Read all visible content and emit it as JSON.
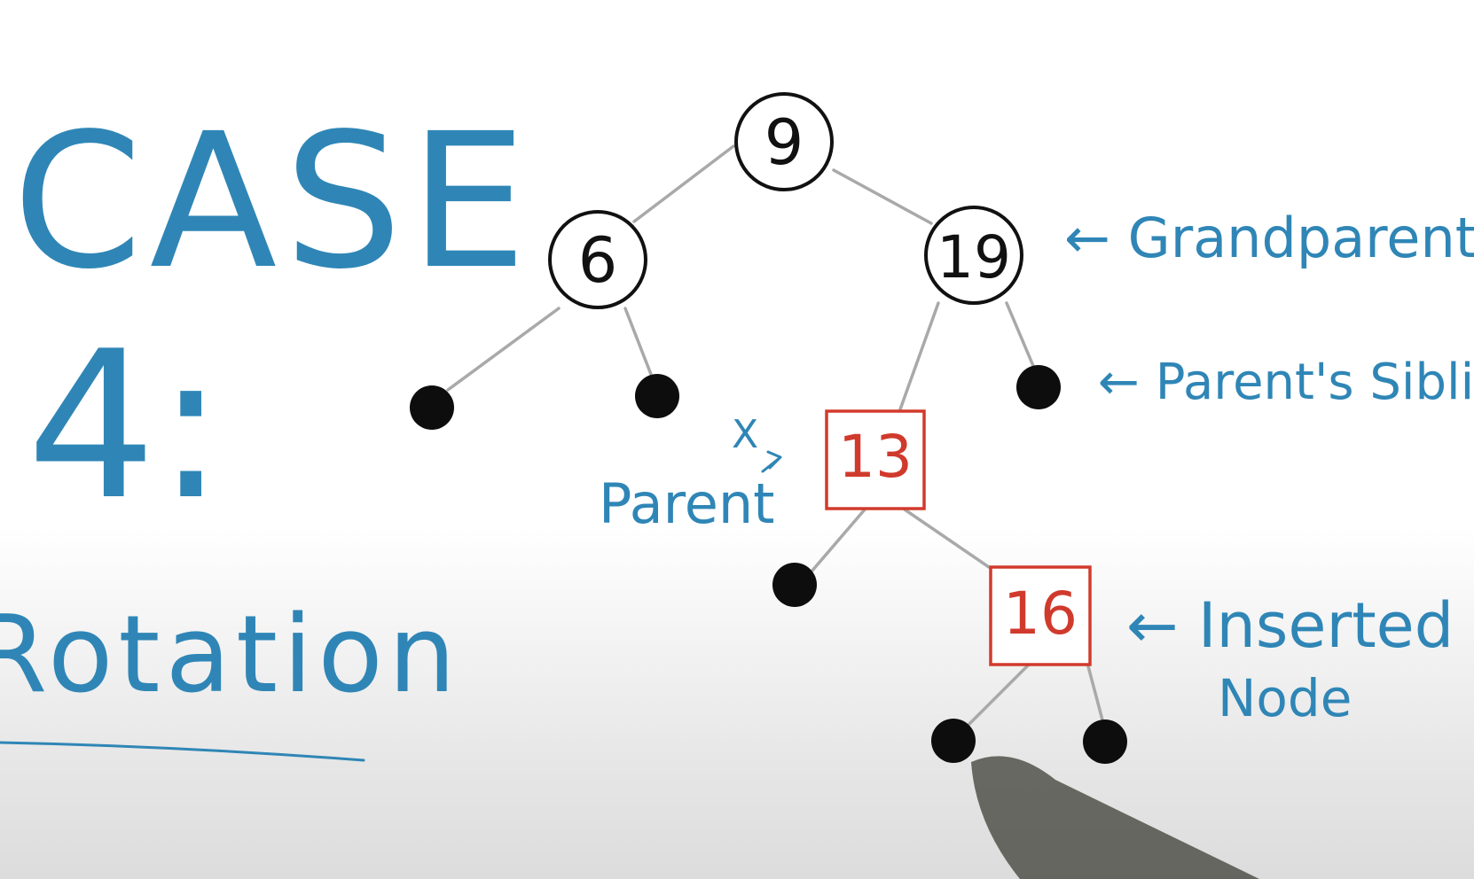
{
  "heading": {
    "case_word": "CASE",
    "case_number": "4:",
    "subtitle": "Rotation"
  },
  "tree": {
    "root": "9",
    "left_child": "6",
    "grandparent": "19",
    "parent": "13",
    "inserted": "16"
  },
  "annotations": {
    "grandparent": "← Grandparent",
    "parents_sibling": "← Parent's Sibling",
    "parent": "Parent",
    "parent_mark": "X",
    "inserted_line1": "← Inserted",
    "inserted_line2": "Node"
  },
  "colors": {
    "annotation_blue": "#2f86b6",
    "red_node": "#d03a2c",
    "black_node": "#111111",
    "edge_gray": "#a9a9a9"
  }
}
